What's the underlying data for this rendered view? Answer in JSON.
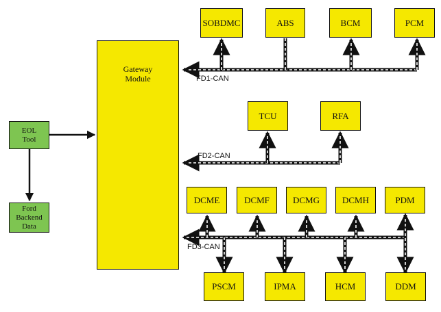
{
  "gateway": {
    "line1": "Gateway",
    "line2": "Module"
  },
  "eol_tool": {
    "line1": "EOL",
    "line2": "Tool"
  },
  "ford_backend": {
    "line1": "Ford",
    "line2": "Backend",
    "line3": "Data"
  },
  "buses": {
    "fd1": "FD1-CAN",
    "fd2": "FD2-CAN",
    "fd3": "FD3-CAN"
  },
  "fd1_modules": [
    "SOBDMC",
    "ABS",
    "BCM",
    "PCM"
  ],
  "fd2_modules": [
    "TCU",
    "RFA"
  ],
  "fd3_top_modules": [
    "DCME",
    "DCMF",
    "DCMG",
    "DCMH",
    "PDM"
  ],
  "fd3_bottom_modules": [
    "PSCM",
    "IPMA",
    "HCM",
    "DDM"
  ],
  "colors": {
    "module": "#f5e800",
    "external": "#7ec551",
    "line": "#111111",
    "bus_dash": "#ffffff"
  }
}
